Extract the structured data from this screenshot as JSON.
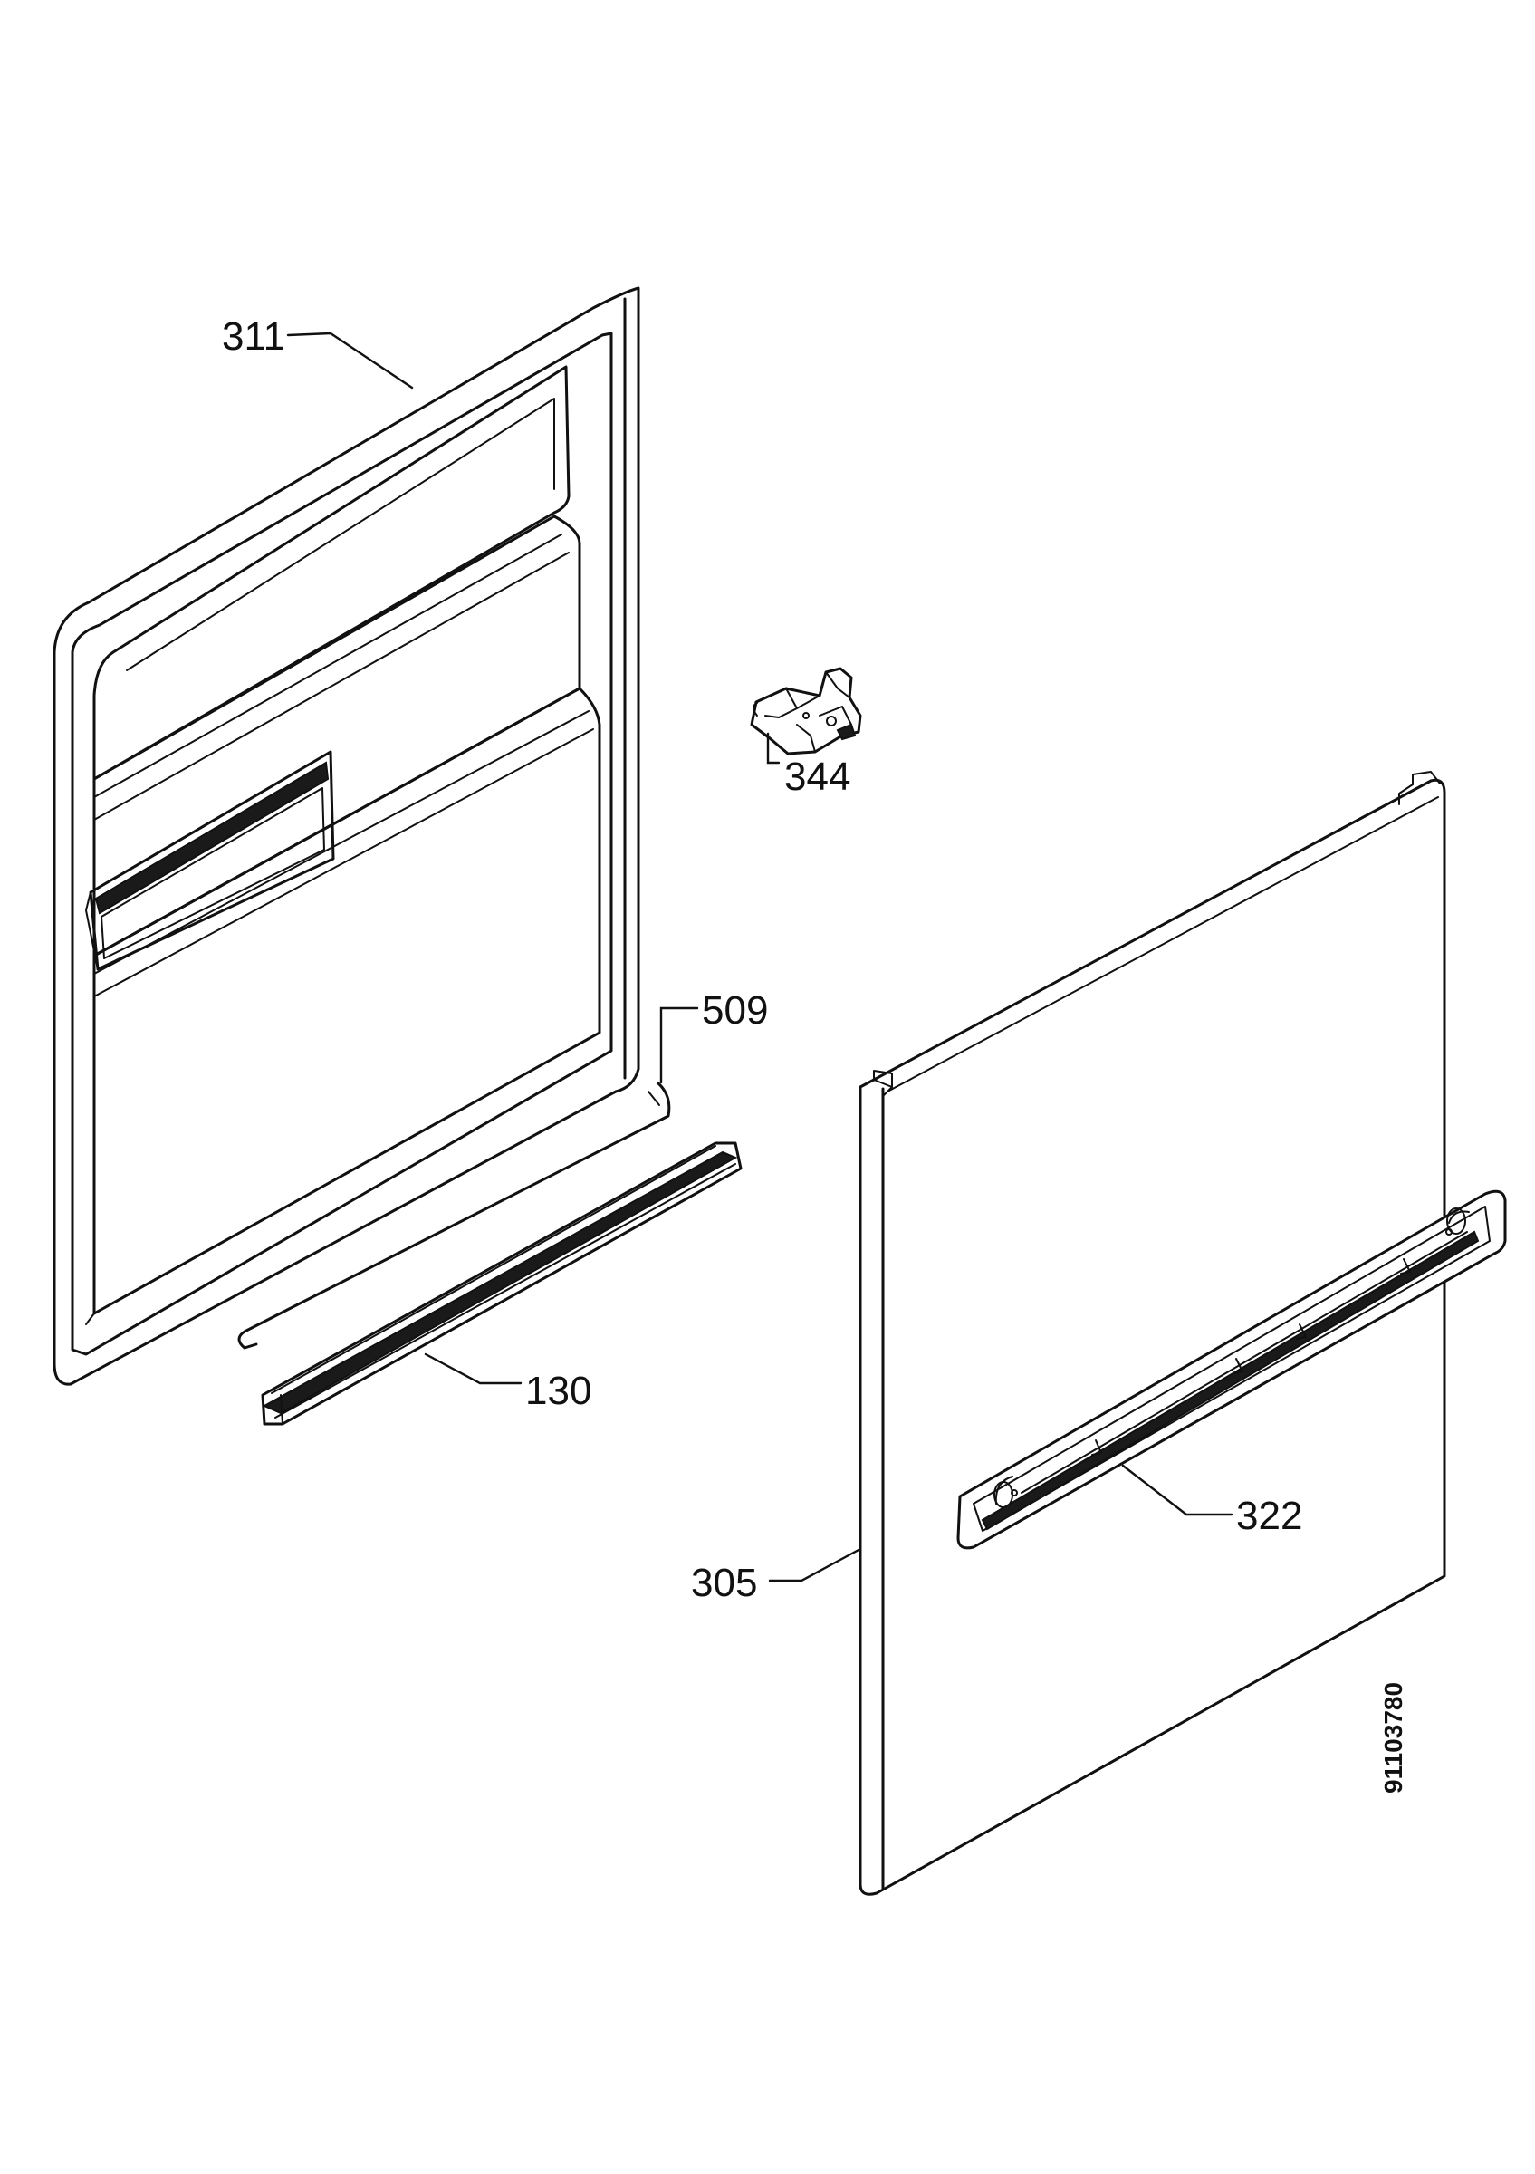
{
  "callouts": {
    "inner_door": "311",
    "hinge_bracket": "344",
    "door_rod": "509",
    "seal_strip": "130",
    "outer_door": "305",
    "handle_bar": "322"
  },
  "drawing_id": "91103780"
}
